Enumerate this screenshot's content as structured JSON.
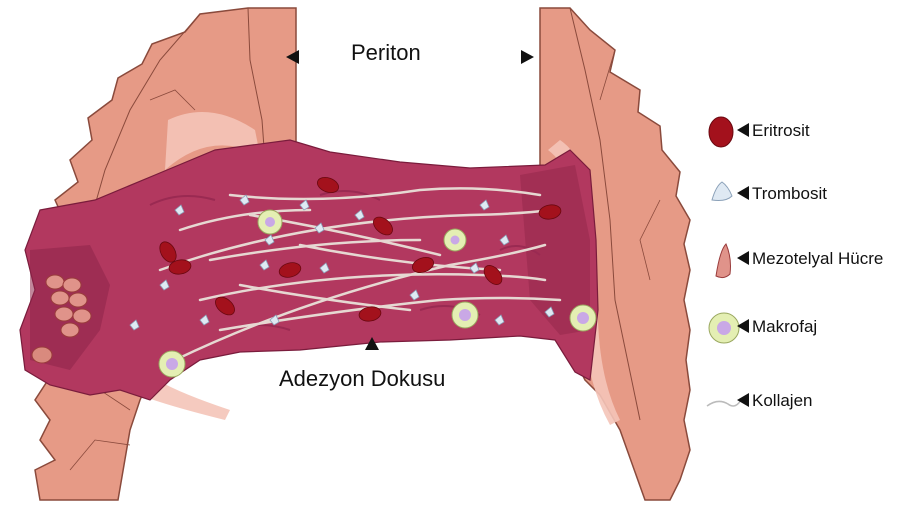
{
  "diagram": {
    "labels": {
      "periton": "Periton",
      "adhesion": "Adezyon Dokusu"
    },
    "legend": [
      {
        "id": "eritrosit",
        "label": "Eritrosit",
        "icon": "erythrocyte-icon"
      },
      {
        "id": "trombosit",
        "label": "Trombosit",
        "icon": "platelet-icon"
      },
      {
        "id": "mezotelyal",
        "label": "Mezotelyal Hücre",
        "icon": "mesothelial-cell-icon"
      },
      {
        "id": "makrofaj",
        "label": "Makrofaj",
        "icon": "macrophage-icon"
      },
      {
        "id": "kollajen",
        "label": "Kollajen",
        "icon": "collagen-fiber-icon"
      }
    ],
    "colors": {
      "peritoneum": "#e69a86",
      "peritoneum_edge": "#8a4a3c",
      "adhesion": "#b2385f",
      "adhesion_dark": "#8e2548",
      "erythrocyte": "#a3111c",
      "collagen": "#e6d8d2",
      "platelet": "#dfe9f3",
      "macrophage_fill": "#e4efb3",
      "macrophage_nucleus": "#c9a8e6"
    }
  }
}
